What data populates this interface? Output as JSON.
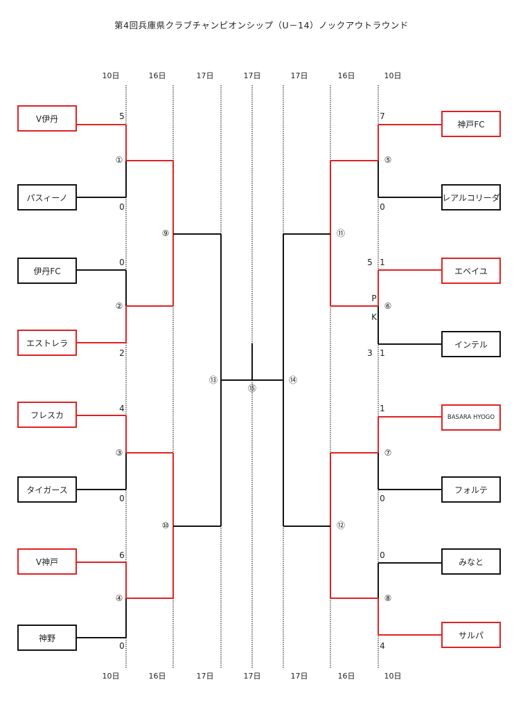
{
  "title": "第4回兵庫県クラブチャンピオンシップ（U－14）ノックアウトラウンド",
  "days": [
    "10日",
    "16日",
    "17日",
    "17日",
    "17日",
    "16日",
    "10日"
  ],
  "colors": {
    "winner": "#e02020",
    "normal": "#111111"
  },
  "left_teams": [
    {
      "name": "V伊丹",
      "score": "5",
      "winner": true
    },
    {
      "name": "パスィーノ",
      "score": "0",
      "winner": false
    },
    {
      "name": "伊丹FC",
      "score": "0",
      "winner": false
    },
    {
      "name": "エストレラ",
      "score": "2",
      "winner": true
    },
    {
      "name": "フレスカ",
      "score": "4",
      "winner": true
    },
    {
      "name": "タイガース",
      "score": "0",
      "winner": false
    },
    {
      "name": "V神戸",
      "score": "6",
      "winner": true
    },
    {
      "name": "神野",
      "score": "0",
      "winner": false
    }
  ],
  "right_teams": [
    {
      "name": "神戸FC",
      "score": "7",
      "winner": true
    },
    {
      "name": "レアルコリーダ",
      "score": "0",
      "winner": false
    },
    {
      "name": "エベイユ",
      "score": "1",
      "pk": "5",
      "winner": true
    },
    {
      "name": "インテル",
      "score": "1",
      "pk": "3",
      "winner": false
    },
    {
      "name": "BASARA HYOGO",
      "score": "1",
      "winner": true
    },
    {
      "name": "フォルテ",
      "score": "0",
      "winner": false
    },
    {
      "name": "みなと",
      "score": "0",
      "winner": false
    },
    {
      "name": "サルパ",
      "score": "4",
      "winner": true
    }
  ],
  "pk_label": [
    "P",
    "K"
  ],
  "match_numbers": {
    "r1_left": [
      "①",
      "②",
      "③",
      "④"
    ],
    "r1_right": [
      "⑤",
      "⑥",
      "⑦",
      "⑧"
    ],
    "r2_left": [
      "⑨",
      "⑩"
    ],
    "r2_right": [
      "⑪",
      "⑫"
    ],
    "semi_left": "⑬",
    "semi_right": "⑭",
    "final": "⑮"
  }
}
